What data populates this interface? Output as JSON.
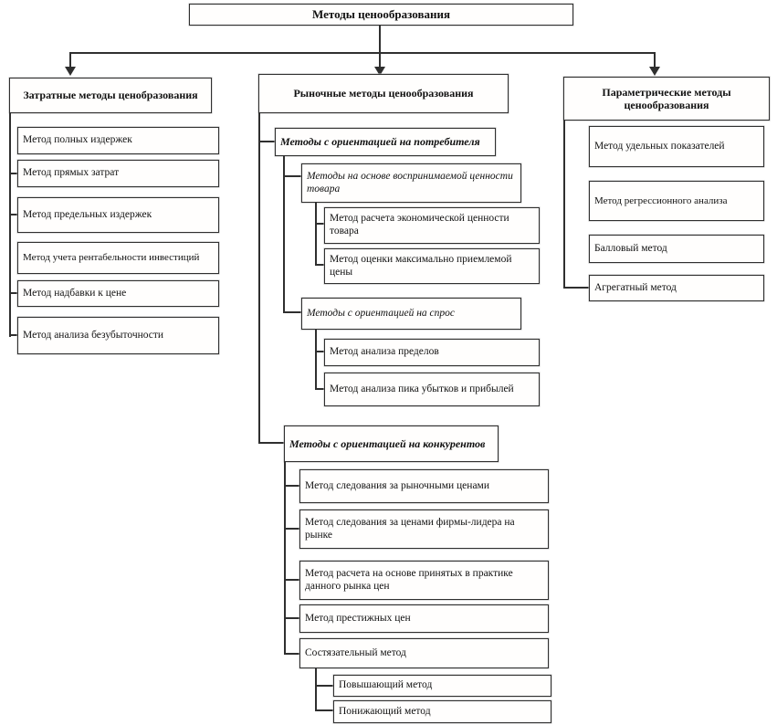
{
  "title": "Методы ценообразования",
  "cost": {
    "header": "Затратные методы ценобразования",
    "items": [
      "Метод полных издержек",
      "Метод прямых затрат",
      "Метод предельных издержек",
      "Метод учета рентабельности инвестиций",
      "Метод надбавки к цене",
      "Метод анализа безубыточности"
    ]
  },
  "market": {
    "header": "Рыночные методы ценообразования",
    "consumer_header": "Методы с ориентацией на потребителя",
    "perceived_header": "Методы на основе воспринимаемой ценности товара",
    "perceived_items": [
      "Метод расчета экономической ценности товара",
      "Метод оценки максимально приемлемой цены"
    ],
    "demand_header": "Методы с ориентацией на спрос",
    "demand_items": [
      "Метод анализа пределов",
      "Метод анализа пика убытков и прибылей"
    ],
    "competitors_header": "Методы с ориентацией на конкурентов",
    "competitors_items": [
      "Метод следования за рыночными ценами",
      "Метод следования за ценами фирмы-лидера на рынке",
      "Метод расчета на основе принятых в практике данного рынка цен",
      "Метод престижных цен",
      "Состязательный метод"
    ],
    "tender_items": [
      "Повышающий метод",
      "Понижающий метод"
    ]
  },
  "parametric": {
    "header": "Параметрические методы ценообразования",
    "items": [
      "Метод удельных показателей",
      "Метод регрессионного анализа",
      "Балловый метод",
      "Агрегатный метод"
    ]
  },
  "colors": {
    "line": "#2f2f2f",
    "box_border": "#2f2f2f",
    "text": "#101010",
    "background": "#ffffff"
  }
}
